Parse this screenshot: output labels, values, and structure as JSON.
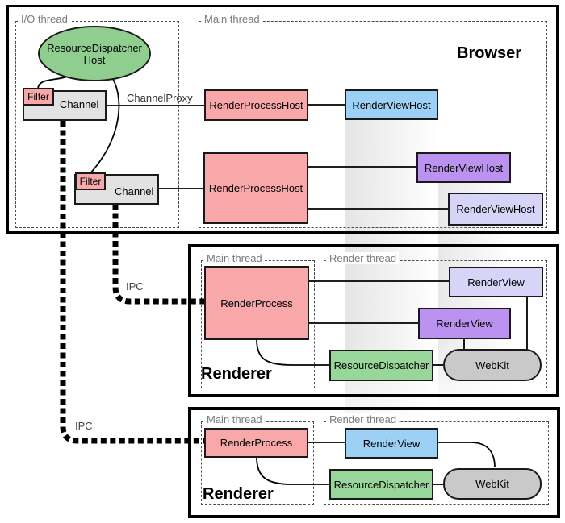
{
  "browser": {
    "title": "Browser",
    "io_thread_label": "I/O thread",
    "main_thread_label": "Main thread",
    "resource_dispatcher_host": "ResourceDispatcher Host",
    "filter_a": "Filter",
    "channel_a": "Channel",
    "filter_b": "Filter",
    "channel_b": "Channel",
    "channel_proxy_label": "ChannelProxy",
    "render_process_host_a": "RenderProcessHost",
    "render_process_host_b": "RenderProcessHost",
    "render_view_host_a": "RenderViewHost",
    "render_view_host_b": "RenderViewHost",
    "render_view_host_c": "RenderViewHost"
  },
  "renderer_top": {
    "title": "Renderer",
    "main_thread_label": "Main thread",
    "render_thread_label": "Render thread",
    "render_process": "RenderProcess",
    "render_view_a": "RenderView",
    "render_view_b": "RenderView",
    "resource_dispatcher": "ResourceDispatcher",
    "webkit": "WebKit"
  },
  "renderer_bottom": {
    "title": "Renderer",
    "main_thread_label": "Main thread",
    "render_thread_label": "Render thread",
    "render_process": "RenderProcess",
    "render_view": "RenderView",
    "resource_dispatcher": "ResourceDispatcher",
    "webkit": "WebKit"
  },
  "ipc": {
    "top_label": "IPC",
    "bottom_label": "IPC"
  },
  "colors": {
    "process_pink": "#F8A8A8",
    "host_ellipse_green": "#8FCE8F",
    "dispatcher_green": "#99D699",
    "view_blue": "#9CD1F5",
    "view_purple": "#BB92EF",
    "view_lavender": "#D7D4F8",
    "channel_gray": "#E2E2E2",
    "webkit_gray": "#C9C9C9",
    "thread_label_gray": "#7A7A7A",
    "line_black": "#000000"
  }
}
